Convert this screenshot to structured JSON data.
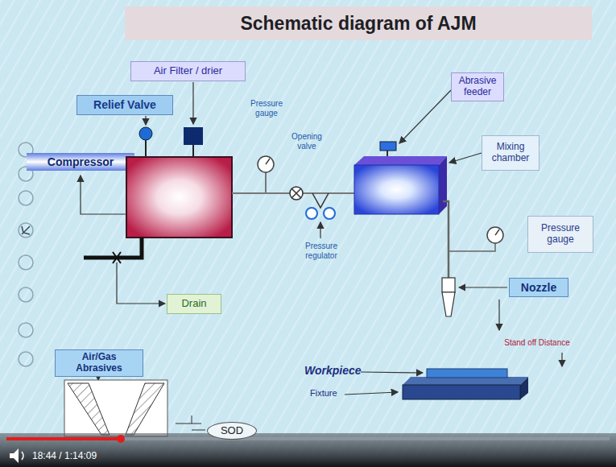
{
  "diagram": {
    "title": "Schematic diagram of AJM",
    "nodes": [
      {
        "text": [
          "Air Filter / drier"
        ]
      },
      {
        "text": [
          "Relief Valve"
        ]
      },
      {
        "text": [
          "Compressor"
        ]
      },
      {
        "text": [
          "Abrasive feeder"
        ]
      },
      {
        "text": [
          "Mixing chamber"
        ]
      },
      {
        "text": [
          "Pressure gauge"
        ]
      },
      {
        "text": [
          "Drain"
        ]
      },
      {
        "text": [
          "Nozzle"
        ]
      },
      {
        "text": [
          "Air/Gas Abrasives"
        ]
      },
      {
        "text": [
          "SOD"
        ]
      }
    ],
    "labels": [
      "Pressure gauge",
      "Opening valve",
      "Pressure regulator",
      "Stand off Distance",
      "Workpiece",
      "Fixture",
      "18:44 / 1:14:09"
    ]
  }
}
